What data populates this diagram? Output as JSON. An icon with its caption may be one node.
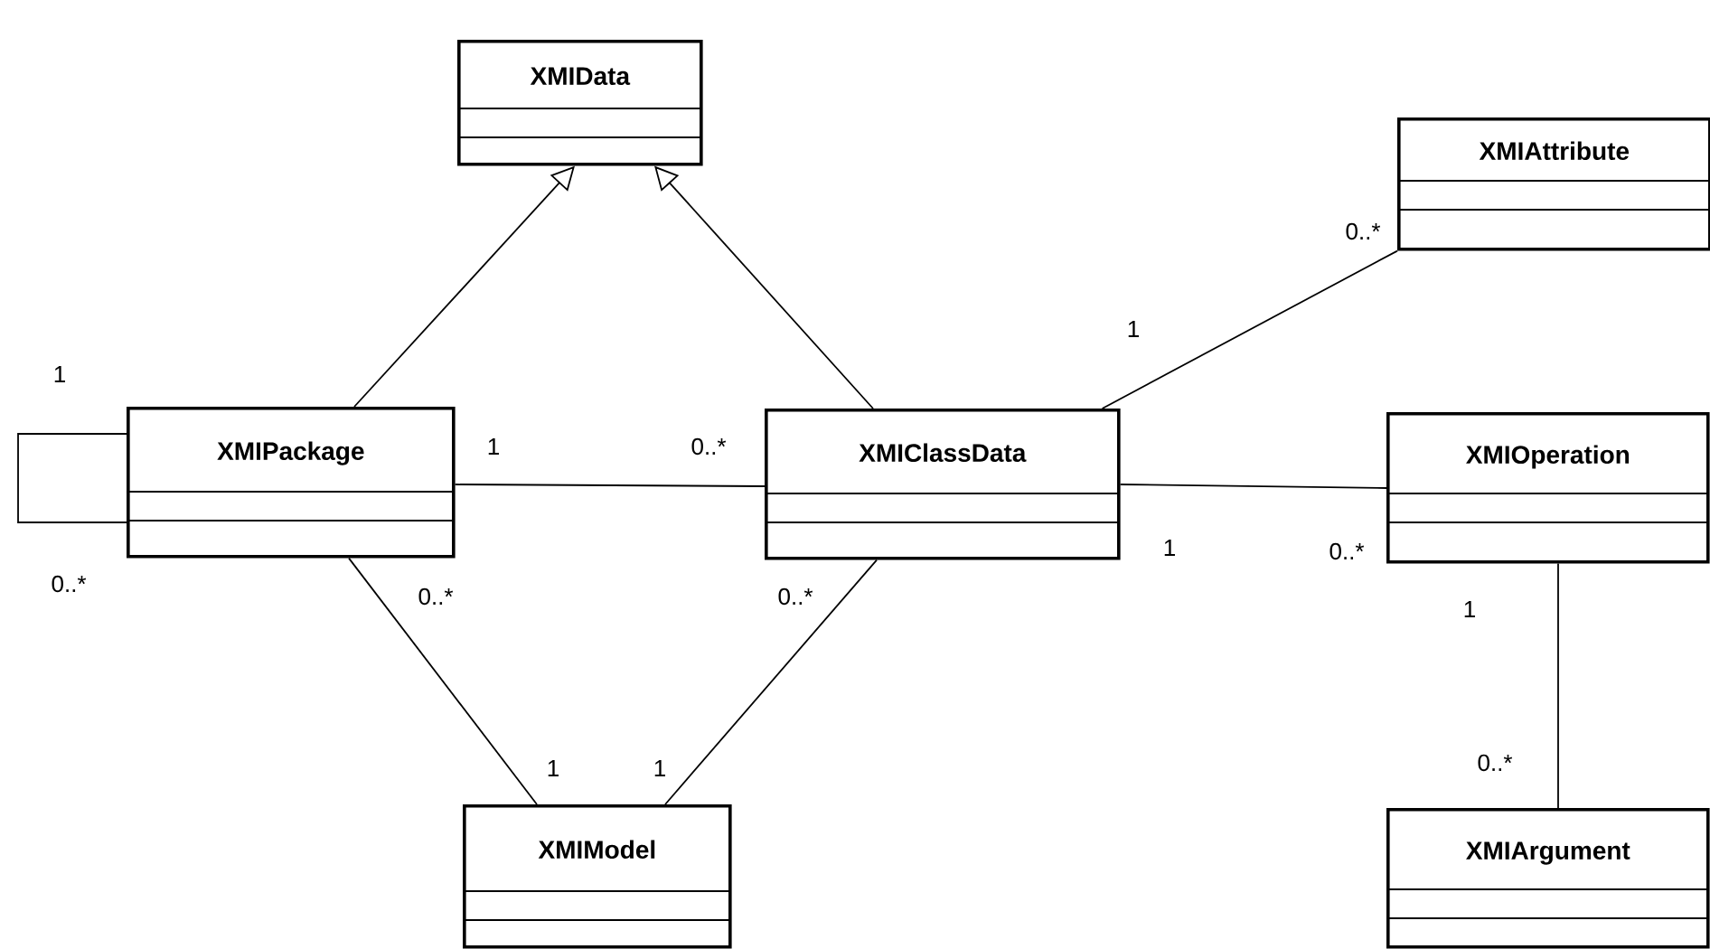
{
  "diagram": {
    "nodes": [
      {
        "text": [
          "XMIData"
        ]
      },
      {
        "text": [
          "XMIAttribute"
        ]
      },
      {
        "text": [
          "XMIPackage"
        ]
      },
      {
        "text": [
          "XMIClassData"
        ]
      },
      {
        "text": [
          "XMIOperation"
        ]
      },
      {
        "text": [
          "XMIModel"
        ]
      },
      {
        "text": [
          "XMIArgument"
        ]
      }
    ],
    "edges": [
      {
        "from": 2,
        "to": 0,
        "arrow": "to"
      },
      {
        "from": 3,
        "to": 0,
        "arrow": "to"
      },
      {
        "from": 2,
        "to": 2,
        "arrow": "none"
      },
      {
        "from": 2,
        "to": 3,
        "arrow": "none"
      },
      {
        "from": 3,
        "to": 1,
        "arrow": "none"
      },
      {
        "from": 3,
        "to": 4,
        "arrow": "none"
      },
      {
        "from": 2,
        "to": 5,
        "arrow": "none"
      },
      {
        "from": 3,
        "to": 5,
        "arrow": "none"
      },
      {
        "from": 4,
        "to": 6,
        "arrow": "none"
      }
    ],
    "labels": [
      "0..*",
      "1",
      "1",
      "1",
      "0..*",
      "1",
      "0..*",
      "0..*",
      "0..*",
      "0..*",
      "1",
      "1",
      "1",
      "0..*"
    ]
  }
}
